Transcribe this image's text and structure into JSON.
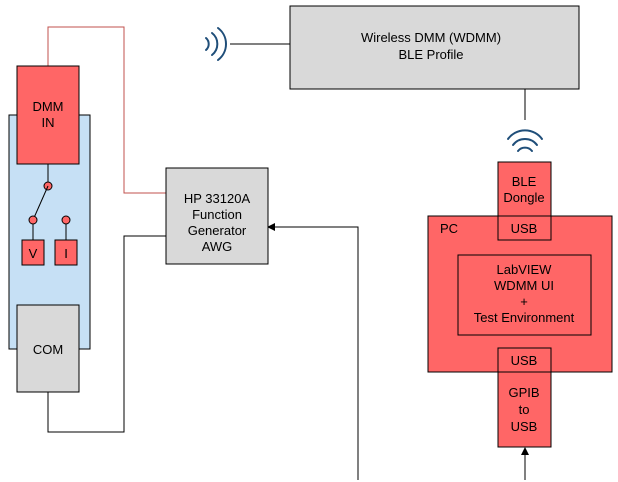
{
  "colors": {
    "red_fill": "#ff6666",
    "gray_fill": "#d9d9d9",
    "blue_fill": "#c6e0f5",
    "wire_red": "#c0504d",
    "signal_blue": "#1f4e79"
  },
  "wdmm": {
    "line1": "Wireless DMM (WDMM)",
    "line2": "BLE Profile"
  },
  "dmm": {
    "in_line1": "DMM",
    "in_line2": "IN",
    "v_label": "V",
    "i_label": "I",
    "com_label": "COM"
  },
  "function_generator": {
    "line1": "HP 33120A",
    "line2": "Function",
    "line3": "Generator",
    "line4": "AWG"
  },
  "ble_dongle": {
    "line1": "BLE",
    "line2": "Dongle",
    "usb": "USB"
  },
  "pc": {
    "label": "PC",
    "labview_line1": "LabVIEW",
    "labview_line2": "WDMM UI",
    "labview_line3": "+",
    "labview_line4": "Test Environment",
    "usb": "USB"
  },
  "gpib": {
    "line1": "GPIB",
    "line2": "to",
    "line3": "USB"
  },
  "icons": {
    "wireless_left": "wireless-signal-icon",
    "wireless_top": "wireless-signal-icon"
  }
}
